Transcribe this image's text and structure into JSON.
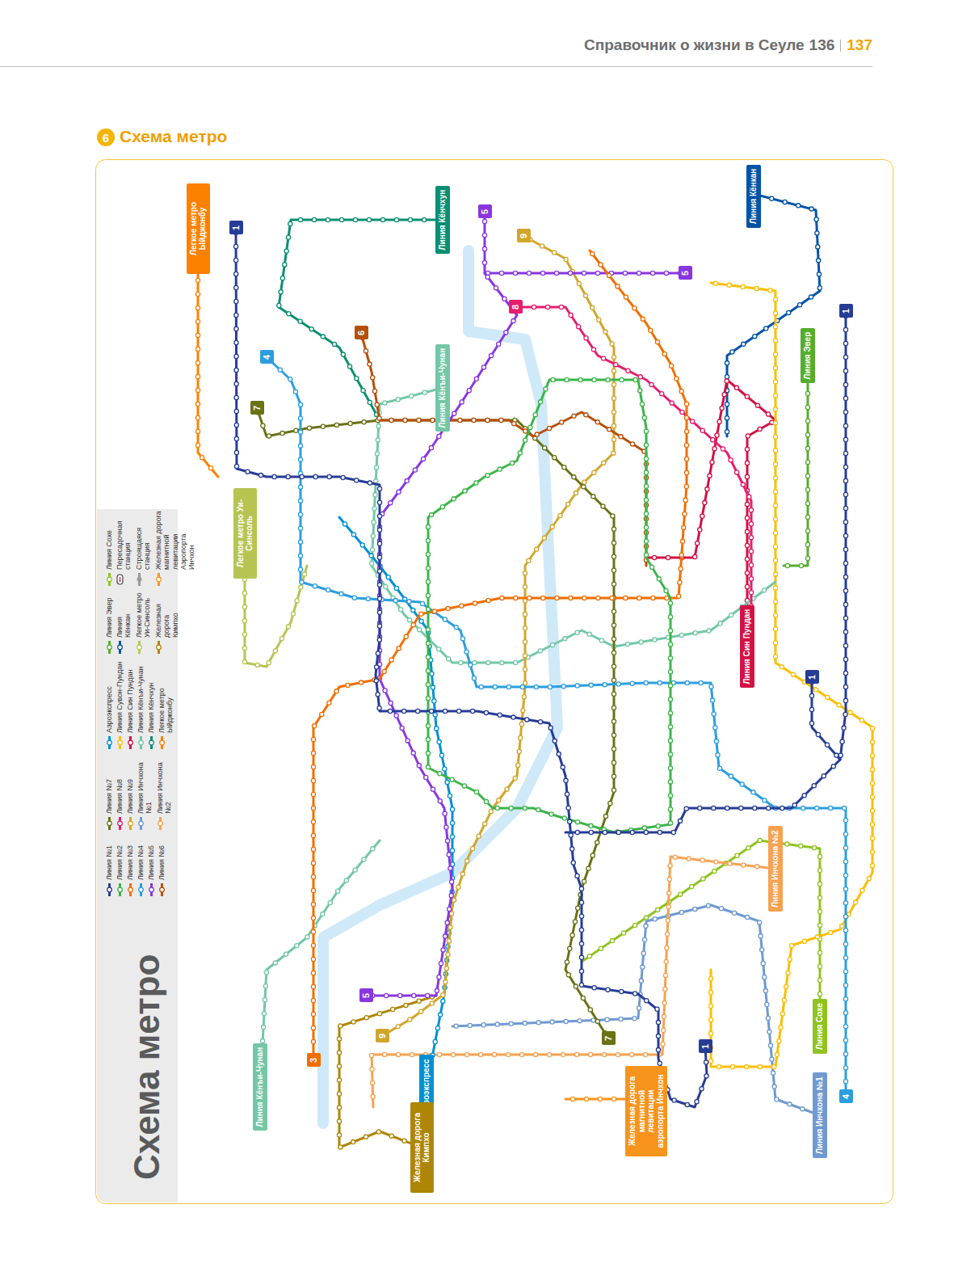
{
  "diagram": {
    "title": "Схема метро",
    "nodes": [
      {
        "text": [
          "1"
        ]
      },
      {
        "text": [
          "Легкое метро Ыйджонбу"
        ]
      },
      {
        "text": [
          "Линия Кёнчхун"
        ]
      },
      {
        "text": [
          "5"
        ]
      },
      {
        "text": [
          "9"
        ]
      },
      {
        "text": [
          "Линия Кёнкан"
        ]
      },
      {
        "text": [
          "5"
        ]
      },
      {
        "text": [
          "8"
        ]
      },
      {
        "text": [
          "6"
        ]
      },
      {
        "text": [
          "1"
        ]
      },
      {
        "text": [
          "Линия Эвер"
        ]
      },
      {
        "text": [
          "4"
        ]
      },
      {
        "text": [
          "Линия Кёнъи-Чунан"
        ]
      },
      {
        "text": [
          "7"
        ]
      },
      {
        "text": [
          "Легкое метро Уи-Синсоль"
        ]
      },
      {
        "text": [
          "Линия Син Пундан"
        ]
      },
      {
        "text": [
          "1"
        ]
      },
      {
        "text": [
          "Линия Инчхона №2"
        ]
      },
      {
        "text": [
          "Линия Сохе"
        ]
      },
      {
        "text": [
          "1"
        ]
      },
      {
        "text": [
          "7"
        ]
      },
      {
        "text": [
          "5"
        ]
      },
      {
        "text": [
          "9"
        ]
      },
      {
        "text": [
          "3"
        ]
      },
      {
        "text": [
          "4"
        ]
      },
      {
        "text": [
          "Линия Инчхона №1"
        ]
      },
      {
        "text": [
          "Железная дорога магнитной левитации аэропорта Инчхон"
        ]
      },
      {
        "text": [
          "Аэроэкспресс"
        ]
      },
      {
        "text": [
          "Железная дорога Кимпхо"
        ]
      },
      {
        "text": [
          "Линия Кёнъи-Чунан"
        ]
      }
    ],
    "labels": [
      "Справочник о жизни в Сеуле",
      "136",
      "137",
      "6",
      "Схема метро"
    ],
    "legend": [
      {
        "text": "Линия №1",
        "color": "#263c96"
      },
      {
        "text": "Линия №2",
        "color": "#3cb44a"
      },
      {
        "text": "Линия №3",
        "color": "#f06e00"
      },
      {
        "text": "Линия №4",
        "color": "#2c9ede"
      },
      {
        "text": "Линия №5",
        "color": "#8936e0"
      },
      {
        "text": "Линия №6",
        "color": "#b5500b"
      },
      {
        "text": "Линия №7",
        "color": "#697215"
      },
      {
        "text": "Линия №8",
        "color": "#e51e6e"
      },
      {
        "text": "Линия №9",
        "color": "#d1a62c"
      },
      {
        "text": "Линия Инчхона №1",
        "color": "#6f99d0"
      },
      {
        "text": "Линия Инчхона №2",
        "color": "#f5a251"
      },
      {
        "text": "Аэроэкспресс",
        "color": "#0090d2"
      },
      {
        "text": "Линия Сувон-Пундан",
        "color": "#fabe00"
      },
      {
        "text": "Линия Син Пундан",
        "color": "#d31145"
      },
      {
        "text": "Линия Кёнъи-Чунан",
        "color": "#73c7a6"
      },
      {
        "text": "Линия Кёнчхун",
        "color": "#0c8e72"
      },
      {
        "text": "Легкое метро Ыйджонбу",
        "color": "#fd8100"
      },
      {
        "text": "Линия Эвер",
        "color": "#56ad2d"
      },
      {
        "text": "Линия Кёнкан",
        "color": "#0054a6"
      },
      {
        "text": "Легкое метро Уи-Синсоль",
        "color": "#b7c452"
      },
      {
        "text": "Железная дорога Кимпхо",
        "color": "#ad8605"
      },
      {
        "text": "Линия Сохе",
        "color": "#8fc31f"
      },
      {
        "text": "Пересадочная станция"
      },
      {
        "text": "Строящаяся станция"
      },
      {
        "text": "Железная дорога магнитной левитации Аэропорта Инчхон",
        "color": "#f7941d"
      }
    ]
  }
}
